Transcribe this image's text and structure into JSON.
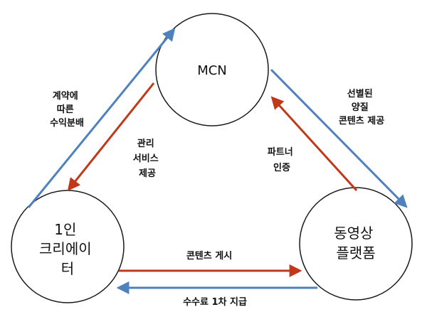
{
  "nodes": {
    "mcn": "MCN",
    "creator": [
      "1인",
      "크리에이",
      "터"
    ],
    "platform": [
      "동영상",
      "플랫폼"
    ]
  },
  "edges": {
    "contract_revenue": [
      "계약에",
      "따른",
      "수익분배"
    ],
    "management": [
      "관리",
      "서비스",
      "제공"
    ],
    "curated_content": [
      "선별된",
      "양질",
      "콘텐츠 제공"
    ],
    "partner_certification": [
      "파트너",
      "인증"
    ],
    "content_posting": "콘텐츠 게시",
    "fee_payment": "수수료 1차 지급"
  },
  "colors": {
    "blue_arrow": "#4f81bd",
    "red_arrow": "#c0391b",
    "node_stroke": "#1a1a1a"
  }
}
